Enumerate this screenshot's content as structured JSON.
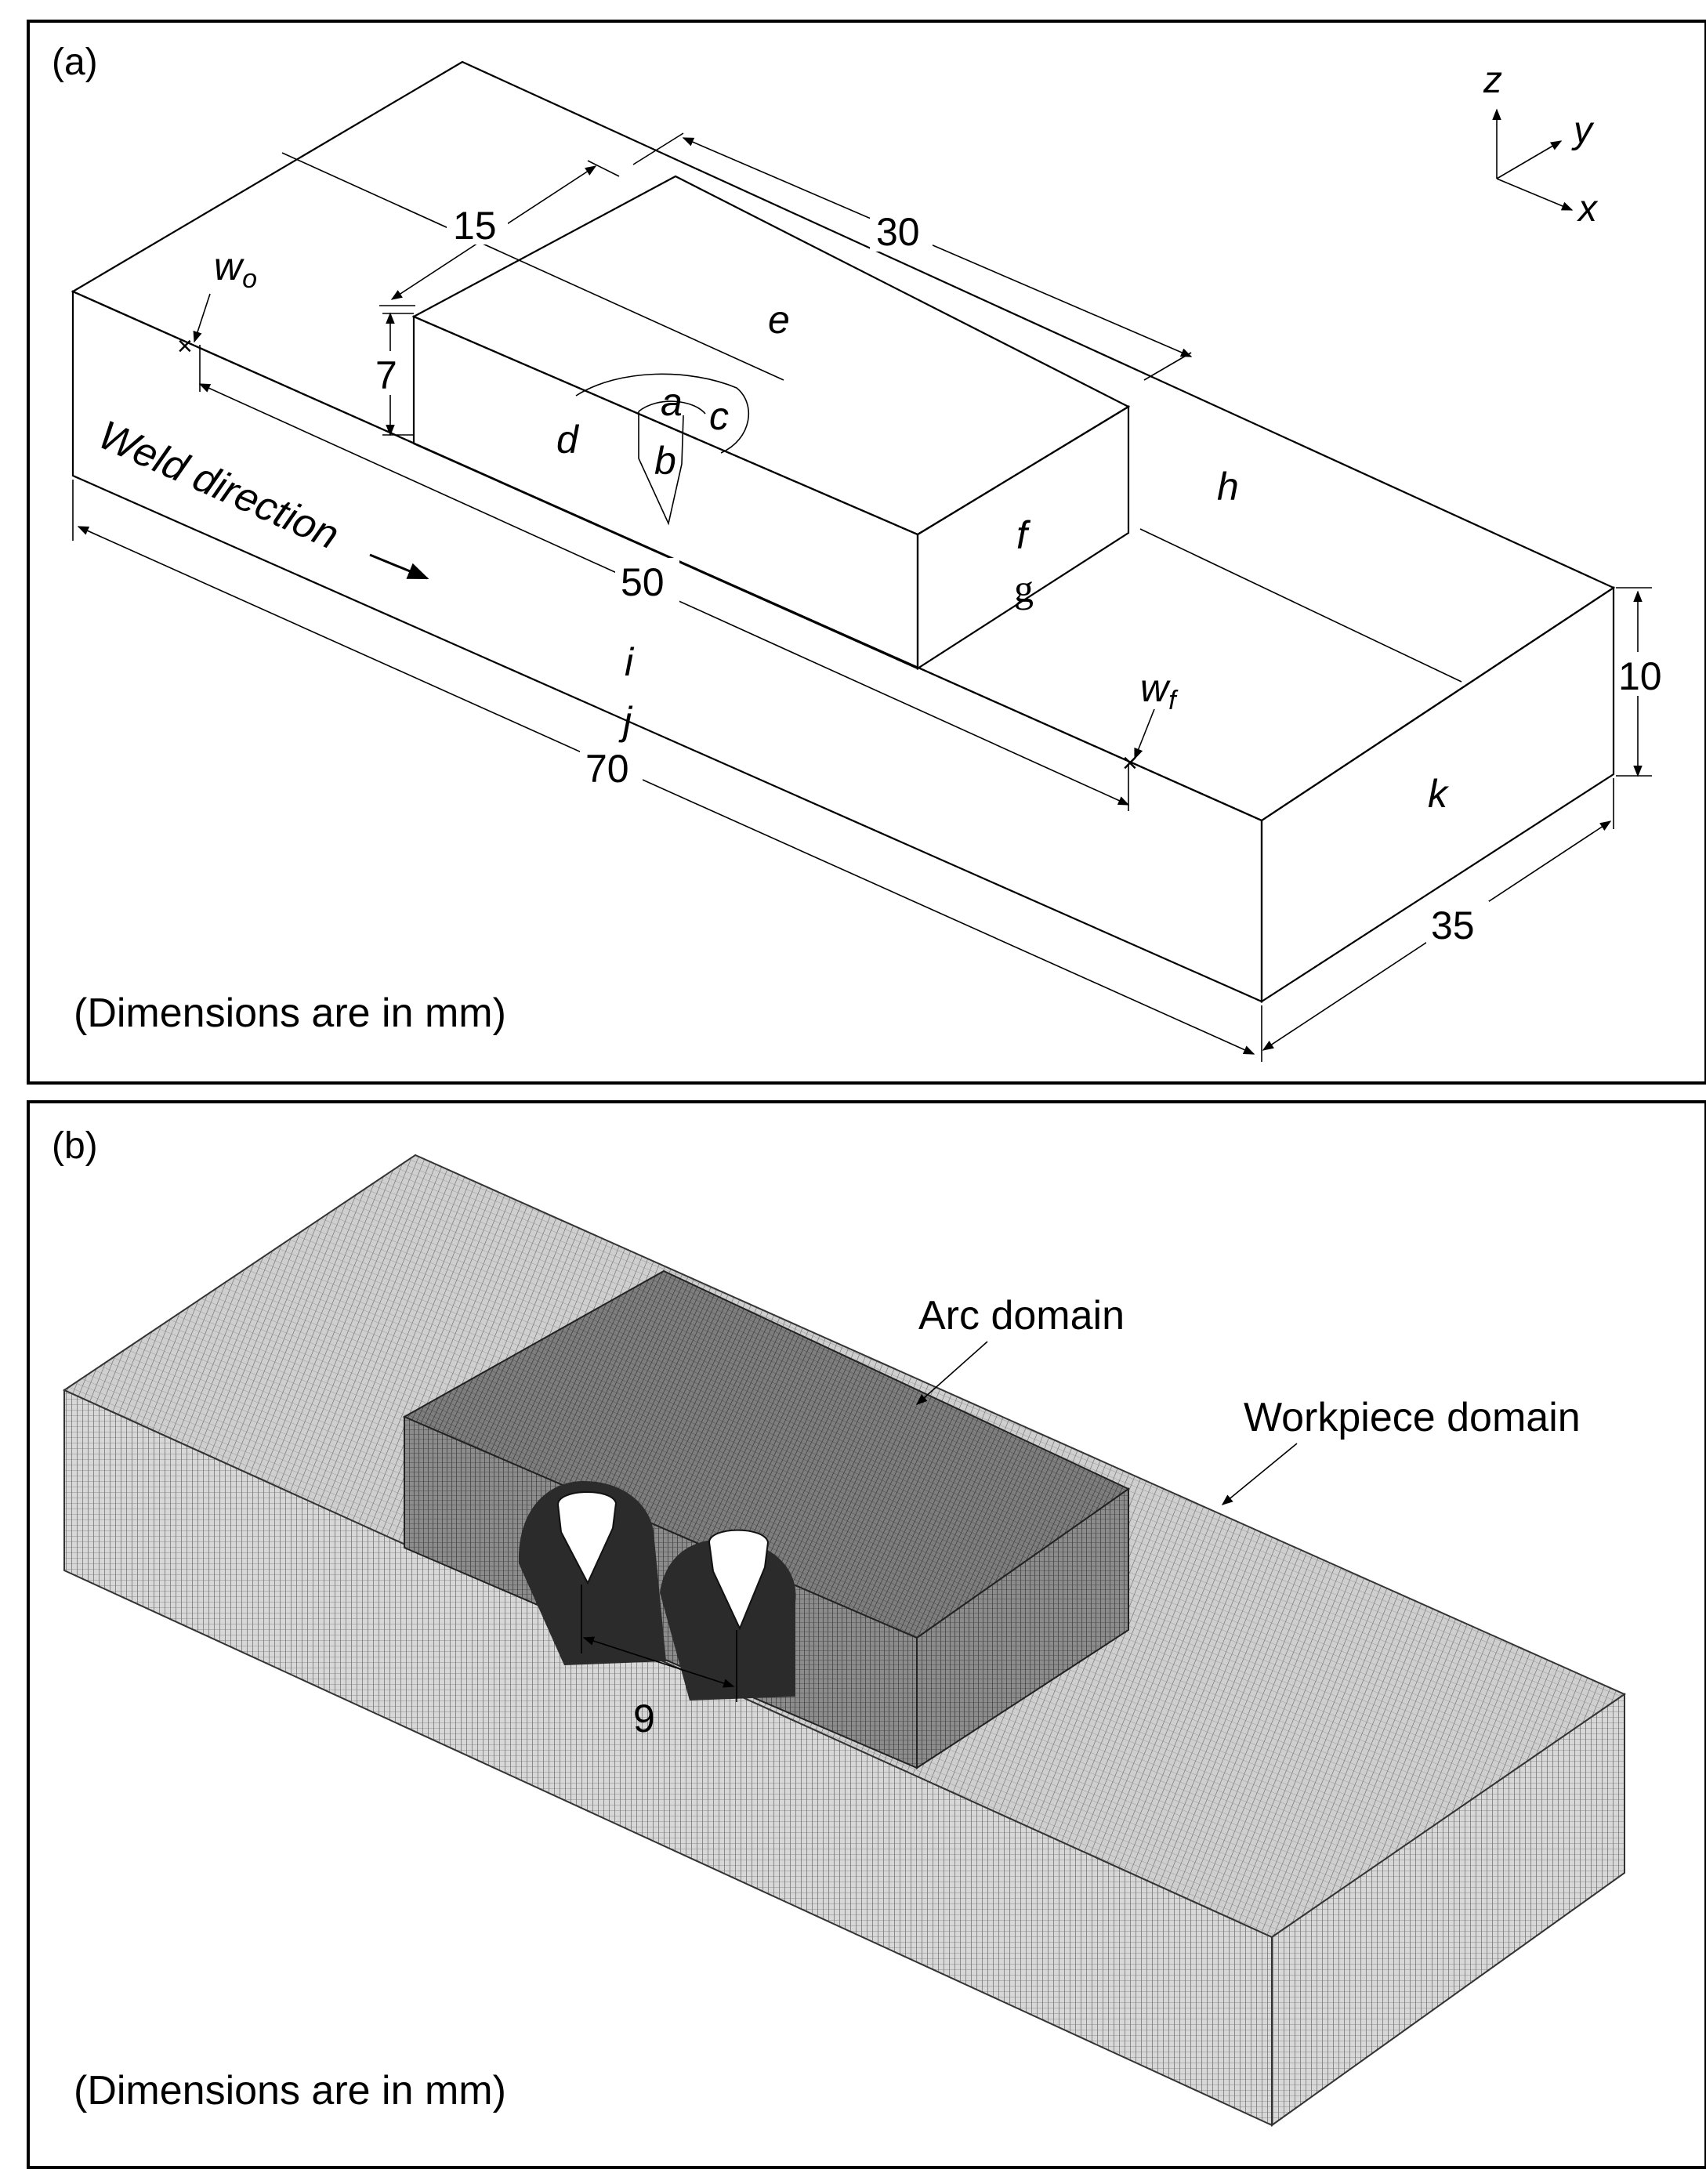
{
  "panel_a": {
    "label": "(a)",
    "note": "(Dimensions are in mm)",
    "axes": {
      "z": "z",
      "y": "y",
      "x": "x"
    },
    "region_labels": {
      "a": "a",
      "b": "b",
      "c": "c",
      "d": "d",
      "e": "e",
      "f": "f",
      "g": "g",
      "h": "h",
      "i": "i",
      "j": "j",
      "k": "k"
    },
    "points": {
      "w_start": "w",
      "w_start_sub": "o",
      "w_end": "w",
      "w_end_sub": "f"
    },
    "weld_direction": "Weld direction",
    "dimensions": {
      "d15": "15",
      "d30": "30",
      "d7": "7",
      "d50": "50",
      "d70": "70",
      "d10": "10",
      "d35": "35"
    }
  },
  "panel_b": {
    "label": "(b)",
    "note": "(Dimensions are in mm)",
    "arc_domain": "Arc domain",
    "workpiece_domain": "Workpiece domain",
    "spacing": "9"
  }
}
